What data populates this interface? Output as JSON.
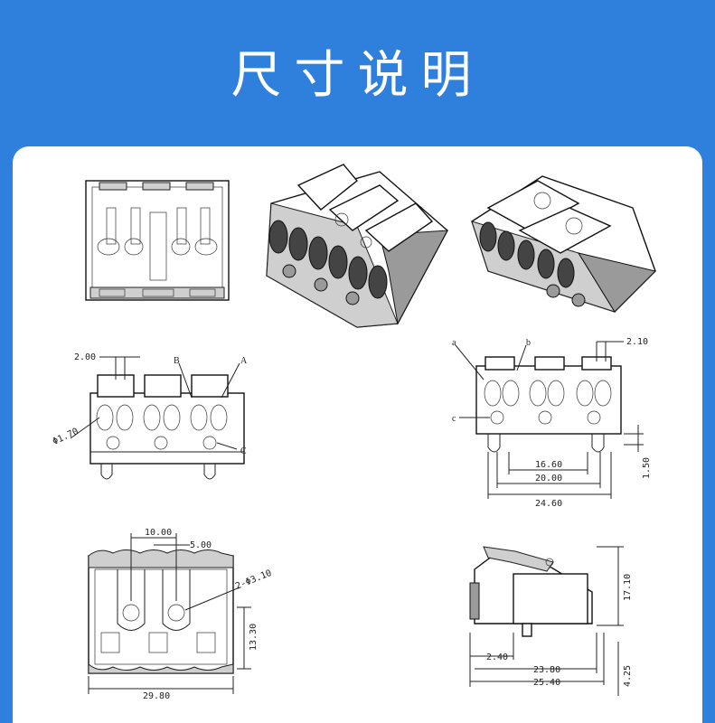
{
  "title": "尺寸说明",
  "colors": {
    "background": "#2f7fdc",
    "card": "#ffffff",
    "line": "#222222"
  },
  "front_view": {
    "dim_top": "2.00",
    "callout_b": "B",
    "callout_a": "A",
    "dim_hole": "Φ1.70",
    "callout_c": "C"
  },
  "back_view": {
    "callout_a": "a",
    "callout_b": "b",
    "dim_top": "2.10",
    "callout_c": "c",
    "dim_1": "16.60",
    "dim_2": "20.00",
    "dim_3": "24.60",
    "dim_height": "1.50"
  },
  "top_view": {
    "dim_1": "10.00",
    "dim_2": "5.00",
    "dim_hole": "2-Φ3.10",
    "dim_height": "13.30",
    "dim_width": "29.80"
  },
  "side_view": {
    "dim_height": "17.10",
    "dim_1": "2.40",
    "dim_2": "23.80",
    "dim_3": "25.40",
    "dim_4": "4.25"
  }
}
